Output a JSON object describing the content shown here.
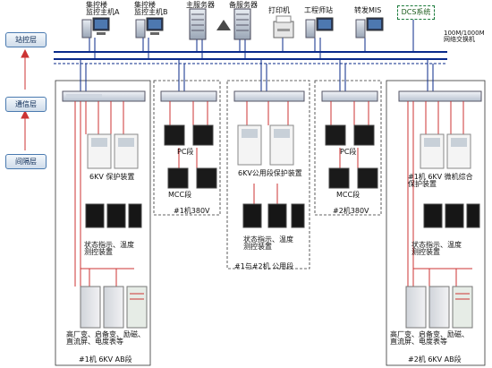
{
  "layers": {
    "station": "站控层",
    "comm": "通信层",
    "bay": "间隔层"
  },
  "top_devices": {
    "host_a": "集控楼\n监控主机A",
    "host_b": "集控楼\n监控主机B",
    "main_server": "主服务器",
    "backup_server": "备服务器",
    "printer": "打印机",
    "engineer": "工程师站",
    "mis": "转发MIS",
    "dcs": "DCS系统"
  },
  "network_label": "100M/1000M\n网络交换机",
  "units": {
    "u1_protect": "6KV 保护装置",
    "u1_status": "状态指示、温度\n测控装置",
    "u1_cabinet": "高厂变、启备变、励磁、\n直流屏、电度表等",
    "u1_caption": "#1机 6KV AB段",
    "pc1": "PC段",
    "mcc1": "MCC段",
    "caption_380_1": "#1机380V",
    "common_protect": "6KV公用段保护装置",
    "common_status": "状态指示、温度\n测控装置",
    "common_caption": "#1与#2机 公用段",
    "pc2": "PC段",
    "mcc2": "MCC段",
    "caption_380_2": "#2机380V",
    "u2_protect": "#1机 6KV 微机综合\n保护装置",
    "u2_status": "状态指示、温度\n测控装置",
    "u2_cabinet": "高厂变、启备变、励磁、\n直流屏、电度表等",
    "u2_caption": "#2机 6KV AB段"
  }
}
